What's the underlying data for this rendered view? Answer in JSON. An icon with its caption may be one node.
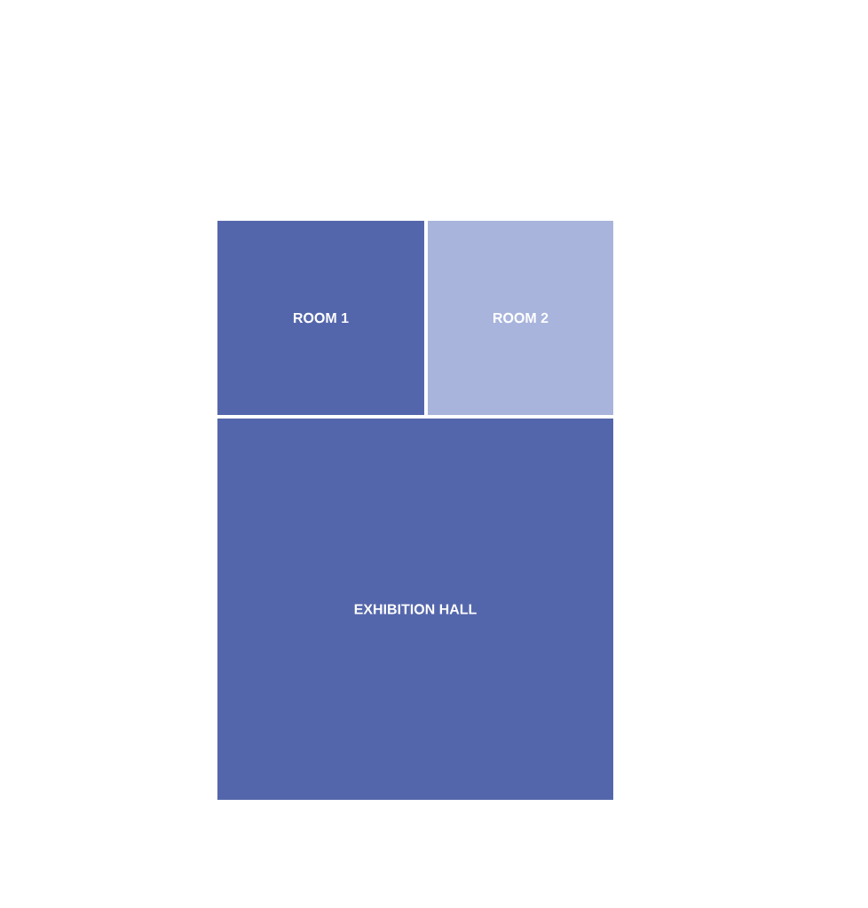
{
  "diagram": {
    "nodes": [
      {
        "text": [
          "ROOM 1"
        ]
      },
      {
        "text": [
          "ROOM 2"
        ]
      },
      {
        "text": [
          "EXHIBITION HALL"
        ]
      }
    ]
  }
}
